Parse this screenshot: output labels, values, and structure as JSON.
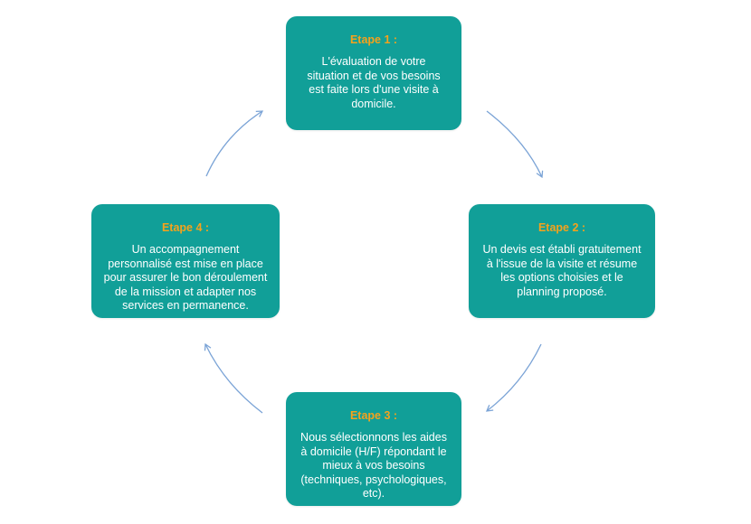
{
  "steps": [
    {
      "title": "Etape 1 :",
      "text": "L'évaluation de votre situation et de vos besoins est faite lors d'une visite à domicile."
    },
    {
      "title": "Etape 2 :",
      "text": "Un devis est établi gratuitement à l'issue de la visite et résume les options choisies et le planning proposé."
    },
    {
      "title": "Etape 3 :",
      "text": "Nous sélectionnons les aides à domicile (H/F) répondant le mieux à vos besoins (techniques, psychologiques, etc)."
    },
    {
      "title": "Etape 4 :",
      "text": "Un accompagnement personnalisé est mise en place pour assurer le bon déroulement de la mission et adapter nos services en permanence."
    }
  ],
  "colors": {
    "box": "#119f98",
    "title": "#f5a21c",
    "text": "#ffffff",
    "arrow": "#7aa3d6"
  }
}
